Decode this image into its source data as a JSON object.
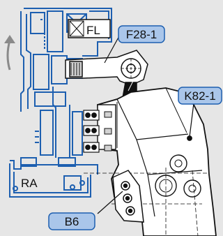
{
  "labels": {
    "fl": "FL",
    "ra": "RA",
    "f28": "F28-1",
    "k82": "K82-1",
    "b6": "B6"
  },
  "colors": {
    "background": "#e6e6e6",
    "profile": "#1d5fb0",
    "callout_fill": "#aac6ea",
    "callout_stroke": "#1d5fb0",
    "part_fill": "#ffffff",
    "part_shade": "#d2d2d2",
    "outline": "#111111",
    "arrow": "#8a8a8a"
  }
}
